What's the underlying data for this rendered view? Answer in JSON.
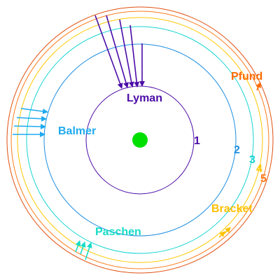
{
  "colors": {
    "background": "#ffffff",
    "nucleus": "#00e000",
    "orbit_1": "#4b0ba8",
    "orbit_2": "#1e8fe0",
    "orbit_3": "#16d4d4",
    "orbit_4": "#ffc800",
    "orbit_5": "#ff7a1a",
    "orbit_6": "#e05010",
    "lyman": "#4b0ba8",
    "balmer": "#1eaaf0",
    "paschen": "#16dcc8",
    "bracket": "#ffc000",
    "pfund": "#ff6a00"
  },
  "icons": {
    "nucleus": "nucleus-icon",
    "transition_arrow": "arrow-icon"
  },
  "labels": {
    "lyman": "Lyman",
    "balmer": "Balmer",
    "paschen": "Paschen",
    "bracket": "Bracket",
    "pfund": "Pfund"
  },
  "levels": [
    "1",
    "2",
    "3",
    "4",
    "5"
  ]
}
